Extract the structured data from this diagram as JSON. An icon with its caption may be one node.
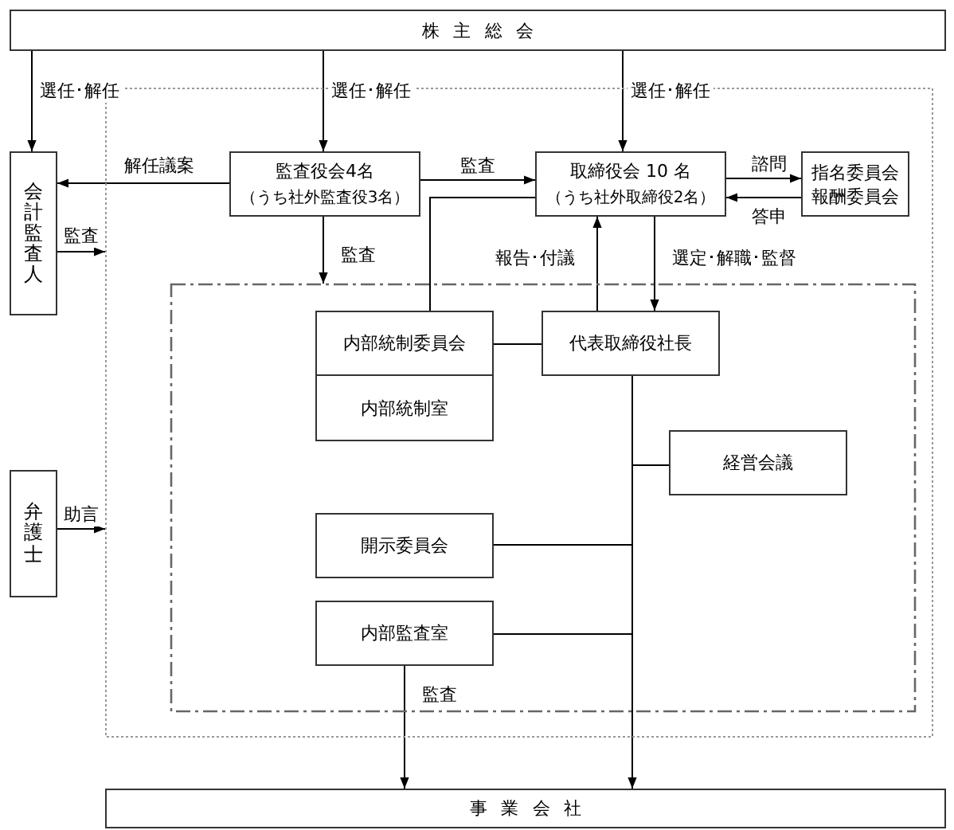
{
  "diagram": {
    "nodes": [
      {
        "text": [
          "株主総会"
        ]
      },
      {
        "text": [],
        "shape": "box"
      },
      {
        "text": [],
        "shape": "box",
        "in": 1
      },
      {
        "text": [
          "会計監査人"
        ]
      },
      {
        "text": [
          "監査役会4名",
          "（うち社外監査役3名）"
        ],
        "in": 1
      },
      {
        "text": [
          "取締役会 10 名",
          "（うち社外取締役2名）"
        ],
        "in": 1
      },
      {
        "text": [
          "指名委員会",
          "報酬委員会"
        ],
        "in": 1
      },
      {
        "text": [
          "弁護士"
        ]
      },
      {
        "text": [
          "内部統制委員会"
        ],
        "in": 2
      },
      {
        "text": [
          "内部統制室"
        ],
        "in": 2
      },
      {
        "text": [
          "代表取締役社長"
        ],
        "in": 2
      },
      {
        "text": [
          "経営会議"
        ],
        "in": 2
      },
      {
        "text": [
          "開示委員会"
        ],
        "in": 2
      },
      {
        "text": [
          "内部監査室"
        ],
        "in": 2
      },
      {
        "text": [
          "事業会社"
        ]
      }
    ],
    "edges": [
      {
        "from": 0,
        "to": 3,
        "arrow": "to",
        "label": "選任･解任"
      },
      {
        "from": 0,
        "to": 4,
        "arrow": "to",
        "label": "選任･解任"
      },
      {
        "from": 0,
        "to": 5,
        "arrow": "to",
        "label": "選任･解任"
      },
      {
        "from": 4,
        "to": 3,
        "arrow": "to",
        "label": "解任議案"
      },
      {
        "from": 3,
        "to": 1,
        "arrow": "to",
        "label": "監査"
      },
      {
        "from": 4,
        "to": 5,
        "arrow": "to",
        "label": "監査"
      },
      {
        "from": 5,
        "to": 6,
        "arrow": "to",
        "label": "諮問"
      },
      {
        "from": 6,
        "to": 5,
        "arrow": "to",
        "label": "答申"
      },
      {
        "from": 4,
        "to": 2,
        "arrow": "to",
        "label": "監査"
      },
      {
        "from": 8,
        "to": 5,
        "arrow": "none"
      },
      {
        "from": 10,
        "to": 5,
        "arrow": "to",
        "label": "報告･付議"
      },
      {
        "from": 5,
        "to": 10,
        "arrow": "to",
        "label": "選定･解職･監督"
      },
      {
        "from": 8,
        "to": 10,
        "arrow": "none"
      },
      {
        "from": 10,
        "to": 11,
        "arrow": "none"
      },
      {
        "from": 10,
        "to": 12,
        "arrow": "none"
      },
      {
        "from": 10,
        "to": 13,
        "arrow": "none"
      },
      {
        "from": 10,
        "to": 14,
        "arrow": "to"
      },
      {
        "from": 13,
        "to": 14,
        "arrow": "to",
        "label": "監査"
      },
      {
        "from": 7,
        "to": 1,
        "arrow": "to",
        "label": "助言"
      }
    ]
  }
}
